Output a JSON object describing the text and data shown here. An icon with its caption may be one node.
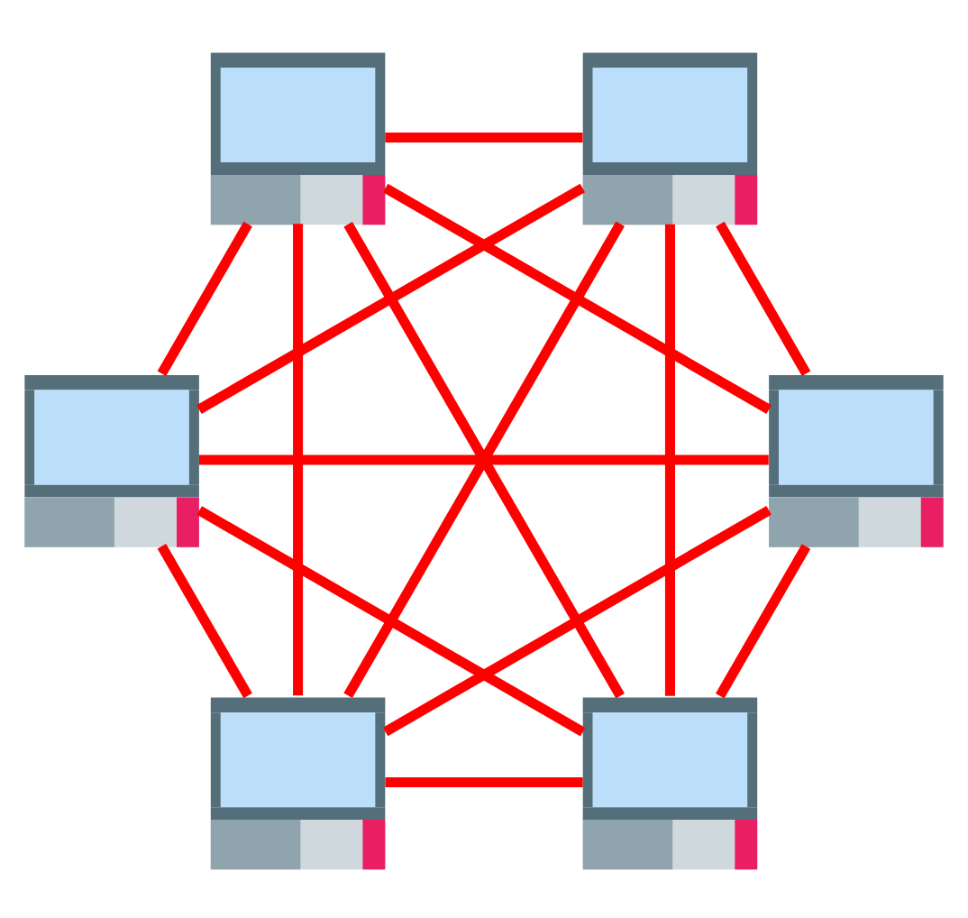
{
  "diagram": {
    "nodes": [
      {
        "text": [],
        "shape": "computer"
      },
      {
        "text": [],
        "shape": "computer"
      },
      {
        "text": [],
        "shape": "computer"
      },
      {
        "text": [],
        "shape": "computer"
      },
      {
        "text": [],
        "shape": "computer"
      },
      {
        "text": [],
        "shape": "computer"
      }
    ],
    "edges": [
      {
        "from": 0,
        "to": 1,
        "arrow": "none"
      },
      {
        "from": 0,
        "to": 2,
        "arrow": "none"
      },
      {
        "from": 0,
        "to": 3,
        "arrow": "none"
      },
      {
        "from": 0,
        "to": 4,
        "arrow": "none"
      },
      {
        "from": 0,
        "to": 5,
        "arrow": "none"
      },
      {
        "from": 1,
        "to": 2,
        "arrow": "none"
      },
      {
        "from": 1,
        "to": 3,
        "arrow": "none"
      },
      {
        "from": 1,
        "to": 4,
        "arrow": "none"
      },
      {
        "from": 1,
        "to": 5,
        "arrow": "none"
      },
      {
        "from": 2,
        "to": 3,
        "arrow": "none"
      },
      {
        "from": 2,
        "to": 4,
        "arrow": "none"
      },
      {
        "from": 2,
        "to": 5,
        "arrow": "none"
      },
      {
        "from": 3,
        "to": 4,
        "arrow": "none"
      },
      {
        "from": 3,
        "to": 5,
        "arrow": "none"
      },
      {
        "from": 4,
        "to": 5,
        "arrow": "none"
      }
    ]
  }
}
